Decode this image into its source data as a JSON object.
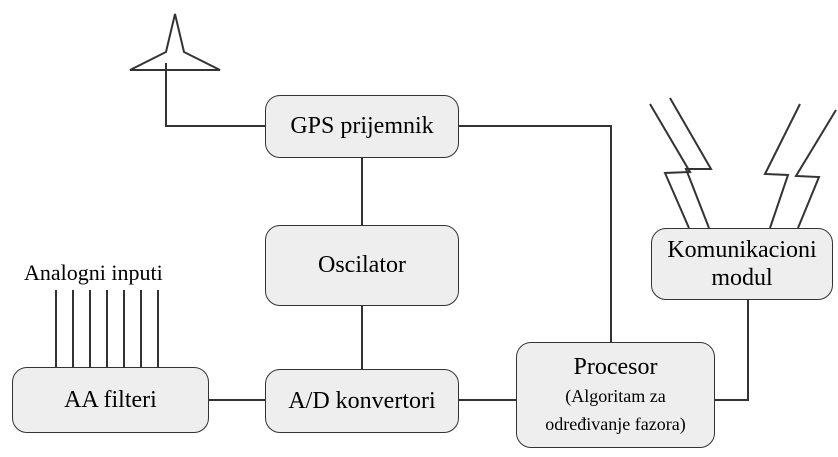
{
  "diagram": {
    "colors": {
      "block_fill": "#eeeeee",
      "line": "#333333",
      "text": "#000000"
    },
    "blocks": {
      "gps": {
        "label": "GPS prijemnik"
      },
      "oscillator": {
        "label": "Oscilator"
      },
      "aa_filters": {
        "label": "AA filteri"
      },
      "ad_converters": {
        "label": "A/D konvertori"
      },
      "processor": {
        "line1": "Procesor",
        "line2": "(Algoritam za",
        "line3": "određivanje fazora)"
      },
      "comm_module": {
        "line1": "Komunikacioni",
        "line2": "modul"
      }
    },
    "analog_inputs_label": "Analogni inputi"
  }
}
